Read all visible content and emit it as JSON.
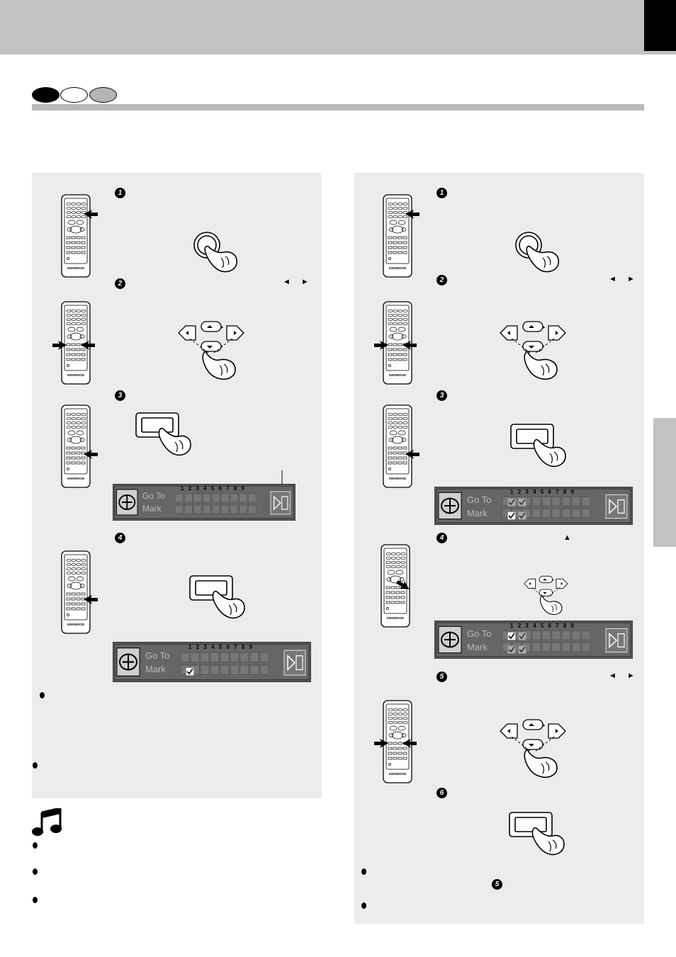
{
  "header": {
    "title": ""
  },
  "discs": [
    "",
    "",
    ""
  ],
  "left": {
    "steps": [
      "1",
      "2",
      "3",
      "4"
    ],
    "arrows_label": "◄ ►",
    "osd1": {
      "text1": "Go To",
      "text2": "Mark",
      "numbers": [
        "1",
        "2",
        "3",
        "4",
        "5",
        "6",
        "7",
        "8",
        "9"
      ]
    },
    "osd2": {
      "text1": "Go To",
      "text2": "Mark",
      "numbers": [
        "1",
        "2",
        "3",
        "4",
        "5",
        "6",
        "7",
        "8",
        "9"
      ]
    }
  },
  "right": {
    "steps": [
      "1",
      "2",
      "3",
      "4",
      "5",
      "6"
    ],
    "arrows_label_2": "◄ ►",
    "up_arrow": "▲",
    "arrows_label_5": "◄ ►",
    "osd1": {
      "text1": "Go To",
      "text2": "Mark",
      "numbers": [
        "1",
        "2",
        "3",
        "4",
        "5",
        "6",
        "7",
        "8",
        "9"
      ]
    },
    "osd2": {
      "text1": "Go To",
      "text2": "Mark",
      "numbers": [
        "1",
        "2",
        "3",
        "4",
        "5",
        "6",
        "7",
        "8",
        "9"
      ]
    },
    "ref_step": "5"
  },
  "remote_brand": "KENWOOD",
  "icons": {
    "remote": "remote-control-icon",
    "hand": "pressing-hand-icon",
    "note": "music-note-icon",
    "arrow": "pointer-arrow-icon"
  }
}
